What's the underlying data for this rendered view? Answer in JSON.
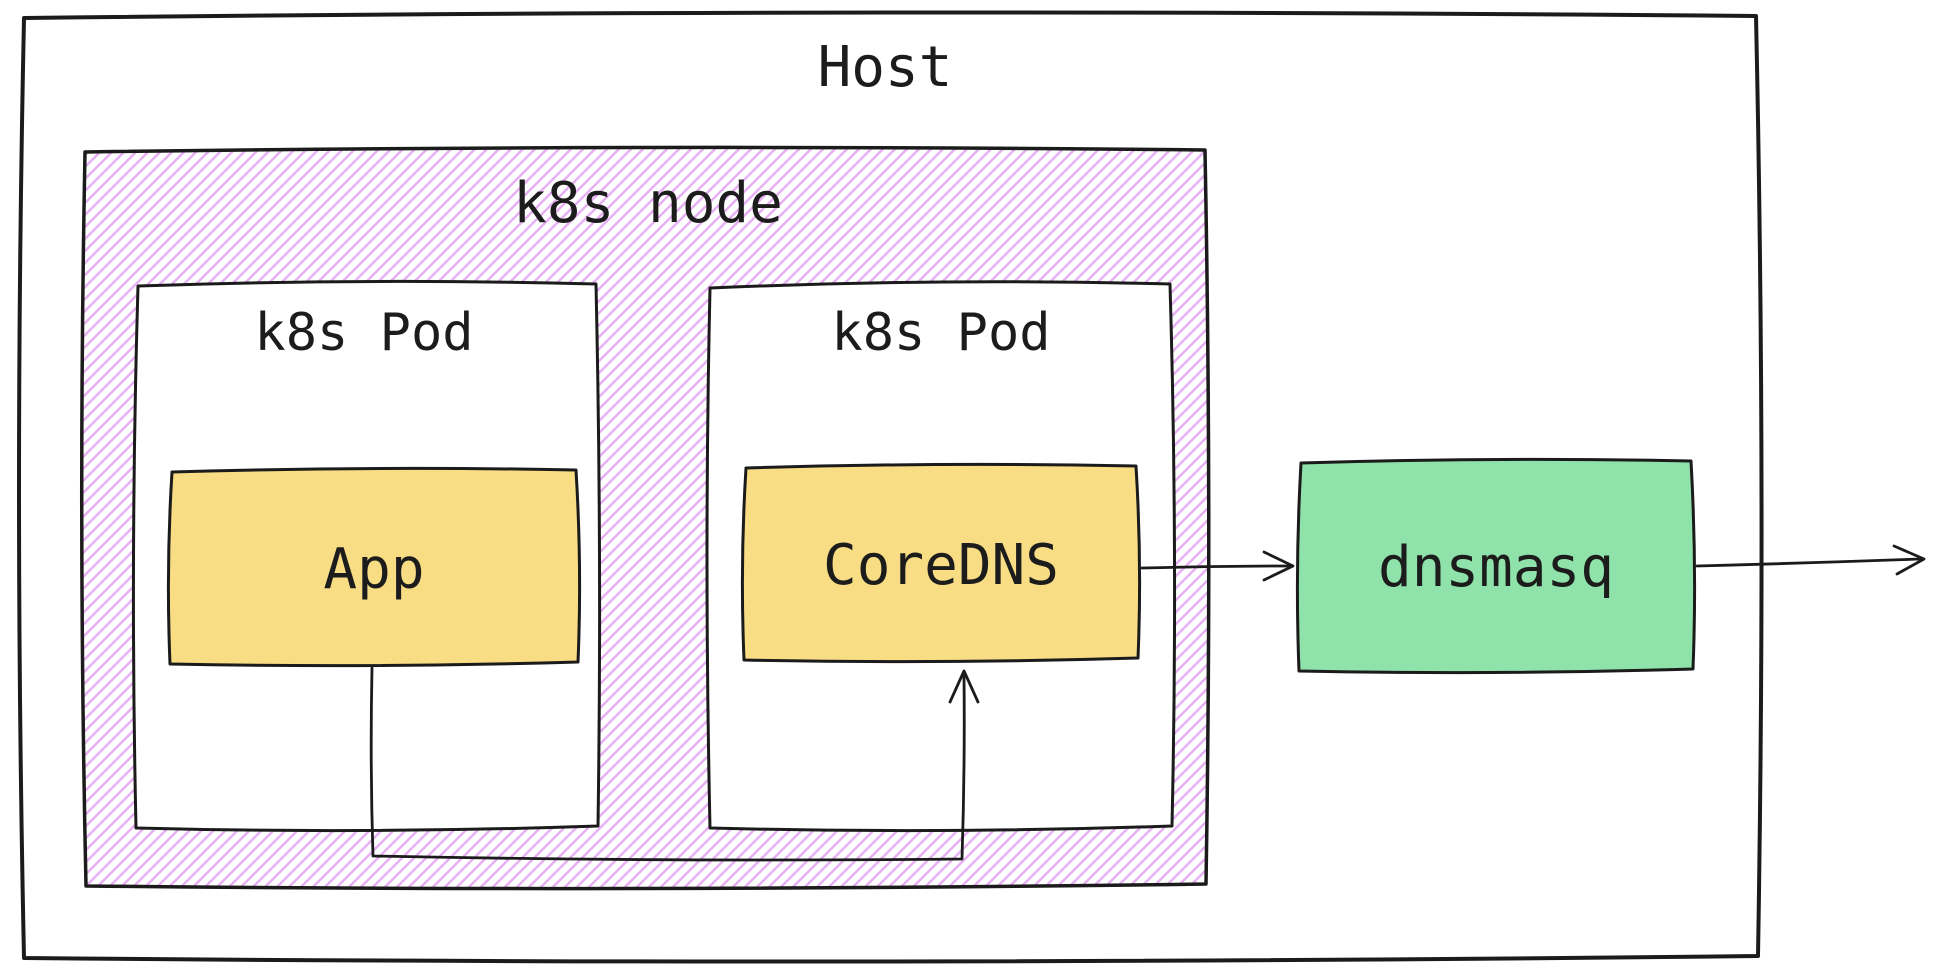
{
  "diagram": {
    "type": "architecture-sketch",
    "nodes": {
      "host": {
        "label": "Host"
      },
      "k8s_node": {
        "label": "k8s node"
      },
      "pod_left": {
        "label": "k8s Pod"
      },
      "pod_right": {
        "label": "k8s Pod"
      },
      "app": {
        "label": "App"
      },
      "coredns": {
        "label": "CoreDNS"
      },
      "dnsmasq": {
        "label": "dnsmasq"
      }
    },
    "edges": [
      {
        "from": "App",
        "to": "CoreDNS",
        "style": "elbow-down-right-up"
      },
      {
        "from": "CoreDNS",
        "to": "dnsmasq",
        "style": "straight-right"
      },
      {
        "from": "dnsmasq",
        "to": "external",
        "style": "straight-right-exits-host"
      }
    ],
    "colors": {
      "stroke": "#1b1b1b",
      "pod_fill": "#ffffff",
      "app_fill": "#f8dd85",
      "coredns_fill": "#f8dd85",
      "dnsmasq_fill": "#8fe2aa",
      "node_hatch": "#e7aef3",
      "background": "#ffffff"
    }
  }
}
